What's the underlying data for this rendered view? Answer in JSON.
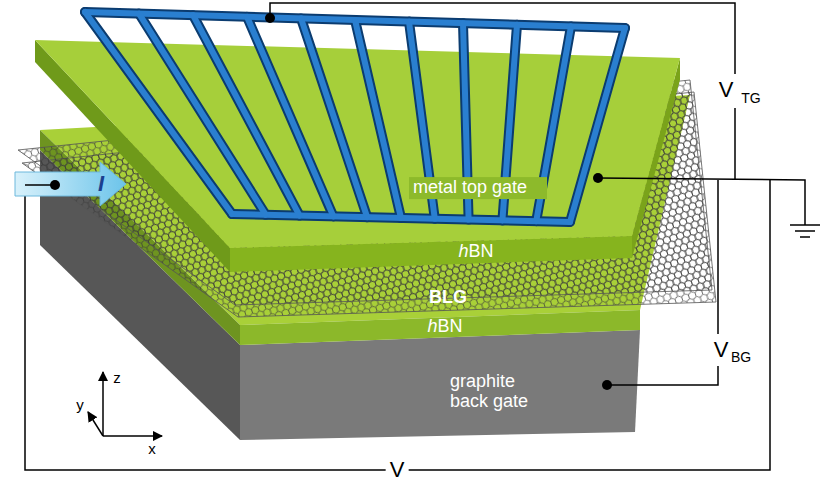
{
  "diagram": {
    "labels": [
      "V",
      "TG",
      "I",
      "metal top gate",
      "hBN",
      "BLG",
      "hBN",
      "V",
      "BG",
      "z",
      "y",
      "x",
      "graphite back gate",
      "V"
    ]
  }
}
